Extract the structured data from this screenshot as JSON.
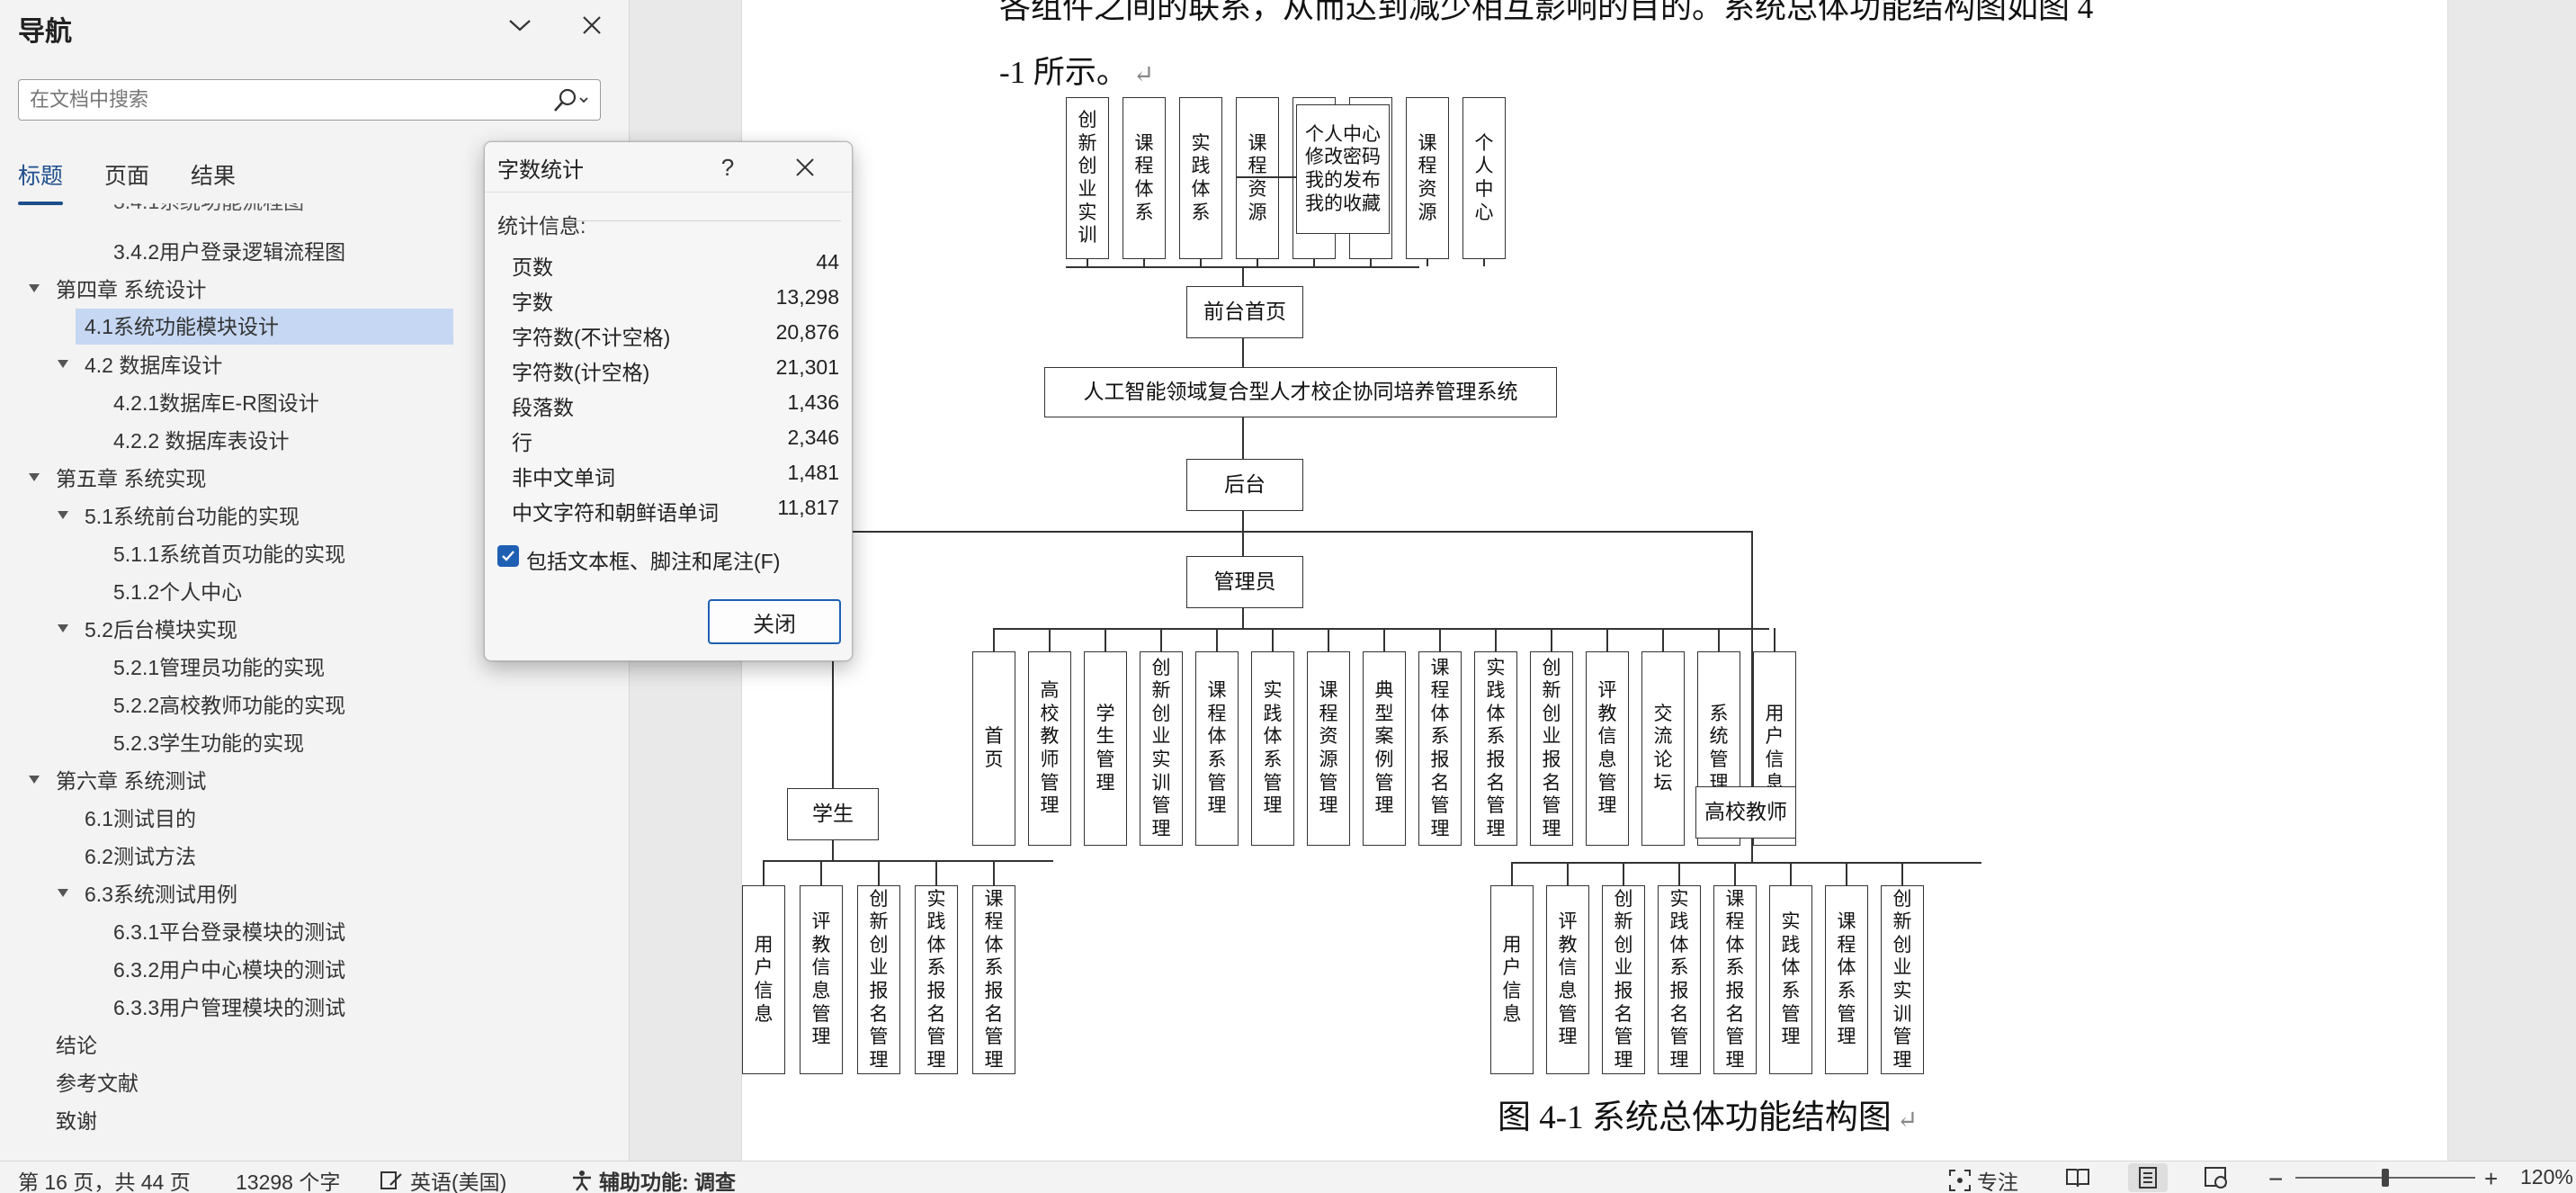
{
  "nav": {
    "title": "导航",
    "search_placeholder": "在文档中搜索",
    "tabs": [
      "标题",
      "页面",
      "结果"
    ],
    "items": [
      "3.4.2用户登录逻辑流程图",
      "第四章 系统设计",
      "4.1系统功能模块设计",
      "4.2 数据库设计",
      "4.2.1数据库E-R图设计",
      "4.2.2 数据库表设计",
      "第五章 系统实现",
      "5.1系统前台功能的实现",
      "5.1.1系统首页功能的实现",
      "5.1.2个人中心",
      "5.2后台模块实现",
      "5.2.1管理员功能的实现",
      "5.2.2高校教师功能的实现",
      "5.2.3学生功能的实现",
      "第六章 系统测试",
      "6.1测试目的",
      "6.2测试方法",
      "6.3系统测试用例",
      "6.3.1平台登录模块的测试",
      "6.3.2用户中心模块的测试",
      "6.3.3用户管理模块的测试",
      "结论",
      "参考文献",
      "致谢"
    ]
  },
  "document": {
    "line1": "各组件之间的联系，从而达到减少相互影响的目的。系统总体功能结构图如图 4",
    "line2": "-1 所示。",
    "caption": "图 4-1  系统总体功能结构图",
    "diagram": {
      "front_modules": [
        "创新创业实训",
        "课程体系",
        "实践体系",
        "课程资源",
        "课程资源",
        "课程资源",
        "课程资源",
        "个人中心"
      ],
      "personal_center_detail": [
        "个人中心",
        "修改密码",
        "我的发布",
        "我的收藏"
      ],
      "front_home": "前台首页",
      "system_name": "人工智能领域复合型人才校企协同培养管理系统",
      "backend": "后台",
      "admin": "管理员",
      "admin_modules": [
        "首页",
        "高校教师管理",
        "学生管理",
        "创新创业实训管理",
        "课程体系管理",
        "实践体系管理",
        "课程资源管理",
        "典型案例管理",
        "课程体系报名管理",
        "实践体系报名管理",
        "创新创业报名管理",
        "评教信息管理",
        "交流论坛",
        "系统管理",
        "用户信息"
      ],
      "student": "学生",
      "student_modules": [
        "用户信息",
        "评教信息管理",
        "创新创业报名管理",
        "实践体系报名管理",
        "课程体系报名管理"
      ],
      "teacher": "高校教师",
      "teacher_modules": [
        "用户信息",
        "评教信息管理",
        "创新创业报名管理",
        "实践体系报名管理",
        "课程体系报名管理",
        "实践体系管理",
        "课程体系管理",
        "创新创业实训管理"
      ]
    }
  },
  "word_count": {
    "title": "字数统计",
    "help": "?",
    "stats_label": "统计信息:",
    "rows": [
      {
        "label": "页数",
        "value": "44"
      },
      {
        "label": "字数",
        "value": "13,298"
      },
      {
        "label": "字符数(不计空格)",
        "value": "20,876"
      },
      {
        "label": "字符数(计空格)",
        "value": "21,301"
      },
      {
        "label": "段落数",
        "value": "1,436"
      },
      {
        "label": "行",
        "value": "2,346"
      },
      {
        "label": "非中文单词",
        "value": "1,481"
      },
      {
        "label": "中文字符和朝鲜语单词",
        "value": "11,817"
      }
    ],
    "checkbox_label": "包括文本框、脚注和尾注(F)",
    "checkbox_checked": true,
    "close_label": "关闭"
  },
  "status_bar": {
    "page_info": "第 16 页，共 44 页",
    "word_count": "13298 个字",
    "language": "英语(美国)",
    "accessibility": "辅助功能: 调查",
    "focus": "专注",
    "zoom": "120%"
  }
}
